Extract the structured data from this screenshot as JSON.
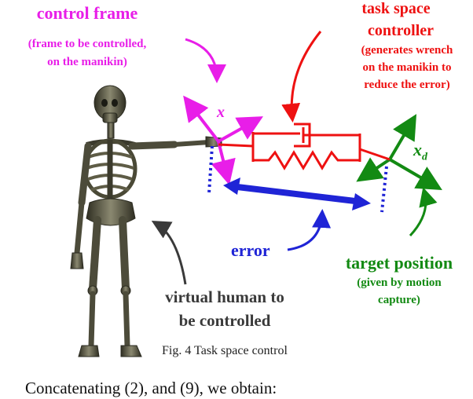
{
  "labels": {
    "control_frame_title": "control frame",
    "control_frame_sub1": "(frame to be controlled,",
    "control_frame_sub2": "on the manikin)",
    "controller_title1": "task space",
    "controller_title2": "controller",
    "controller_sub1": "(generates wrench",
    "controller_sub2": "on the manikin to",
    "controller_sub3": "reduce the error)",
    "x_symbol": "x",
    "xd_symbol": "x",
    "xd_subscript": "d",
    "error": "error",
    "target_title": "target position",
    "target_sub1": "(given by motion",
    "target_sub2": "capture)",
    "human1": "virtual human to",
    "human2": "be controlled",
    "figure_caption": "Fig. 4 Task space control",
    "body_text": "Concatenating (2), and (9), we obtain:"
  },
  "colors": {
    "control_frame": "#e81ee8",
    "controller": "#ee1111",
    "target": "#138a13",
    "error": "#1f24d6",
    "human_label": "#3a3a3a",
    "skeleton": "#5b5a48"
  }
}
